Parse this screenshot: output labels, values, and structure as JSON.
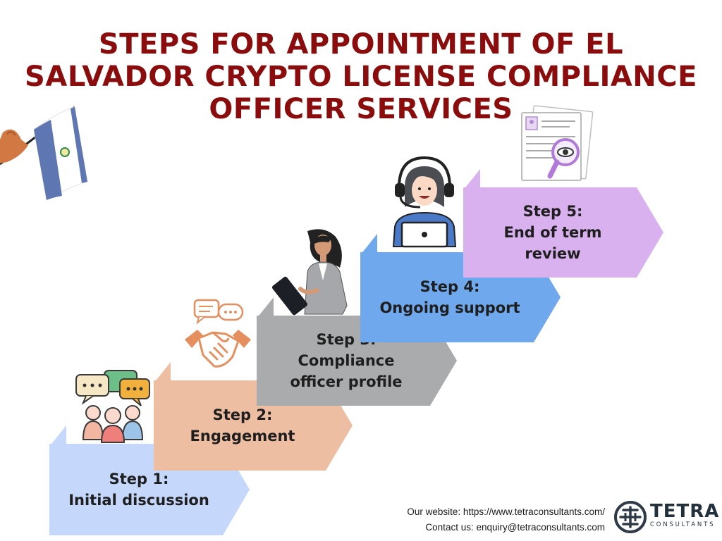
{
  "title": {
    "line1": "STEPS FOR APPOINTMENT OF EL",
    "line2": "SALVADOR CRYPTO LICENSE COMPLIANCE",
    "line3": "OFFICER SERVICES"
  },
  "steps": [
    {
      "label": "Step 1:",
      "text1": "Initial discussion",
      "text2": ""
    },
    {
      "label": "Step 2:",
      "text1": "Engagement",
      "text2": ""
    },
    {
      "label": "Step 3:",
      "text1": "Compliance",
      "text2": "officer profile"
    },
    {
      "label": "Step 4:",
      "text1": "Ongoing support",
      "text2": ""
    },
    {
      "label": "Step 5:",
      "text1": "End of term",
      "text2": "review"
    }
  ],
  "colors": {
    "title": "#8a0c0c",
    "step1": "#c5d8fb",
    "step2": "#eebea3",
    "step3": "#a9abad",
    "step4": "#6fa8ec",
    "step5": "#d8b1ee"
  },
  "footer": {
    "website": "Our website: https://www.tetraconsultants.com/",
    "contact": "Contact us: enquiry@tetraconsultants.com"
  },
  "logo": {
    "name": "TETRA",
    "tagline": "CONSULTANTS"
  },
  "icons": [
    "el-salvador-flag-icon",
    "discussion-people-icon",
    "handshake-icon",
    "businesswoman-tablet-icon",
    "support-agent-headset-icon",
    "document-review-icon",
    "tetra-logo-icon"
  ]
}
